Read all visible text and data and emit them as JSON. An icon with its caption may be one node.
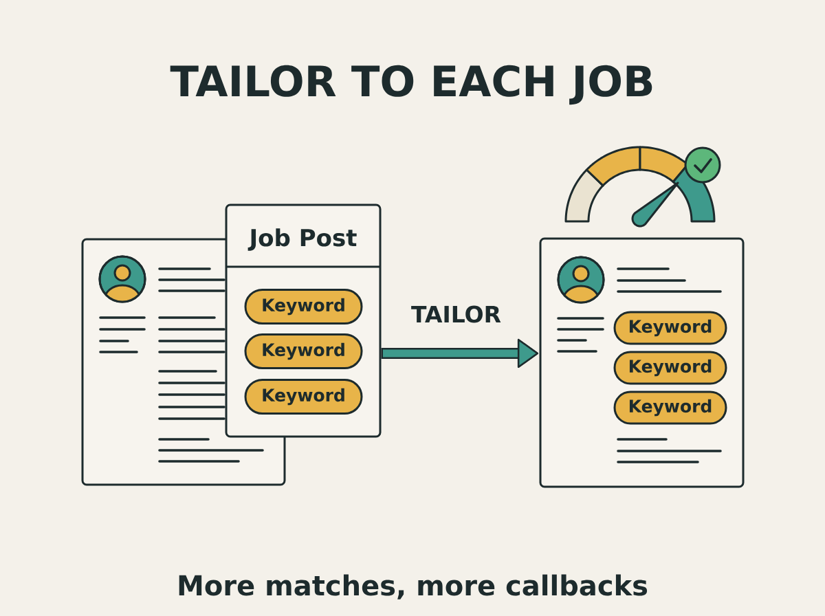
{
  "diagram": {
    "title": "TAILOR TO EACH JOB",
    "caption": "More matches, more callbacks",
    "nodes": [
      {
        "text": [],
        "shape": "box"
      },
      {
        "text": [
          "Job Post"
        ]
      },
      {
        "text": [
          "Keyword"
        ],
        "in": 1
      },
      {
        "text": [
          "Keyword"
        ],
        "in": 1
      },
      {
        "text": [
          "Keyword"
        ],
        "in": 1
      },
      {
        "text": [],
        "shape": "box"
      },
      {
        "text": [
          "Keyword"
        ],
        "in": 5
      },
      {
        "text": [
          "Keyword"
        ],
        "in": 5
      },
      {
        "text": [
          "Keyword"
        ],
        "in": 5
      }
    ],
    "edges": [
      {
        "from": 1,
        "to": 5,
        "arrow": "to",
        "label": "TAILOR"
      }
    ]
  }
}
